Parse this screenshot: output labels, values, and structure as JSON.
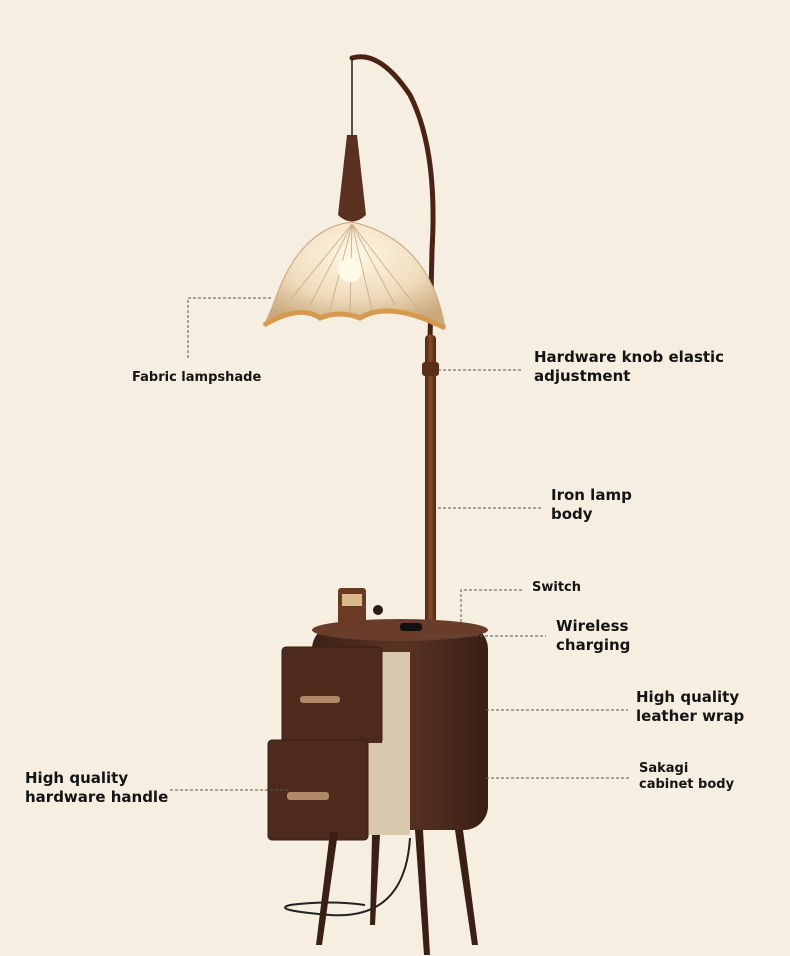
{
  "labels": {
    "lampshade": "Fabric lampshade",
    "knob": "Hardware knob elastic\nadjustment",
    "iron_body": "Iron lamp\nbody",
    "switch": "Switch",
    "wireless": "Wireless\ncharging",
    "leather": "High quality\nleather wrap",
    "handle": "High quality\nhardware handle",
    "cabinet": "Sakagi\ncabinet body"
  },
  "colors": {
    "background": "#f6eee1",
    "wood": "#4a2a1e",
    "pole": "#6b3820",
    "shade": "#eedbbd",
    "leather": "#d8c8ae",
    "handle": "#b08a66"
  },
  "icons": [
    "lamp-illustration",
    "bedside-cabinet-illustration",
    "radio-icon"
  ]
}
